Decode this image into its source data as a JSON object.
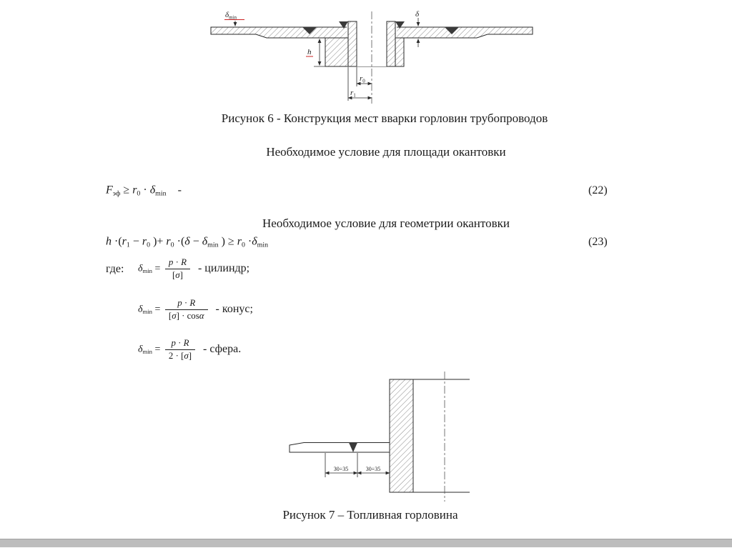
{
  "colors": {
    "spellcheck_red": "#cc2222",
    "ink": "#1b1b1b",
    "footer_bar": "#bdbdbd"
  },
  "figure6": {
    "caption": "Рисунок 6 - Конструкция мест вварки горловин трубопроводов",
    "labels": {
      "delta_min_base": "δ",
      "delta_min_sub": "min",
      "delta": "δ",
      "h": "h",
      "r0_base": "r",
      "r0_sub": "0",
      "r1_base": "r",
      "r1_sub": "1"
    }
  },
  "sections": {
    "area_condition_title": "Необходимое условие для площади окантовки",
    "geometry_condition_title": "Необходимое условие для геометрии окантовки",
    "where_label": "где:"
  },
  "equations": {
    "eq22": {
      "number": "(22)",
      "tokens": [
        {
          "t": "it",
          "v": "F"
        },
        {
          "t": "sub",
          "v": "эф"
        },
        {
          "t": "up",
          "v": " ≥ "
        },
        {
          "t": "it",
          "v": "r"
        },
        {
          "t": "sub",
          "v": "0"
        },
        {
          "t": "up",
          "v": " · "
        },
        {
          "t": "it",
          "v": "δ"
        },
        {
          "t": "sub",
          "v": "min"
        },
        {
          "t": "up",
          "v": "    -"
        }
      ]
    },
    "eq23": {
      "number": "(23)",
      "tokens": [
        {
          "t": "it",
          "v": "h"
        },
        {
          "t": "up",
          "v": " ·("
        },
        {
          "t": "it",
          "v": "r"
        },
        {
          "t": "sub",
          "v": "1"
        },
        {
          "t": "up",
          "v": " − "
        },
        {
          "t": "it",
          "v": "r"
        },
        {
          "t": "sub",
          "v": "0"
        },
        {
          "t": "up",
          "v": " )+ "
        },
        {
          "t": "it",
          "v": "r"
        },
        {
          "t": "sub",
          "v": "0"
        },
        {
          "t": "up",
          "v": " ·("
        },
        {
          "t": "it",
          "v": "δ"
        },
        {
          "t": "up",
          "v": " − "
        },
        {
          "t": "it",
          "v": "δ"
        },
        {
          "t": "sub",
          "v": "min"
        },
        {
          "t": "up",
          "v": " ) ≥ "
        },
        {
          "t": "it",
          "v": "r"
        },
        {
          "t": "sub",
          "v": "0"
        },
        {
          "t": "up",
          "v": " ·"
        },
        {
          "t": "it",
          "v": "δ"
        },
        {
          "t": "sub",
          "v": "min"
        }
      ]
    },
    "cylinder": {
      "suffix": "- цилиндр;",
      "tokens": [
        {
          "t": "it",
          "v": "δ"
        },
        {
          "t": "sub",
          "v": "min"
        },
        {
          "t": "up",
          "v": " = "
        },
        {
          "t": "frac",
          "n": [
            {
              "t": "it",
              "v": "p"
            },
            {
              "t": "up",
              "v": " · "
            },
            {
              "t": "it",
              "v": "R"
            }
          ],
          "d": [
            {
              "t": "up",
              "v": "["
            },
            {
              "t": "it",
              "v": "σ"
            },
            {
              "t": "up",
              "v": "]"
            }
          ]
        }
      ]
    },
    "cone": {
      "suffix": "- конус;",
      "tokens": [
        {
          "t": "it",
          "v": "δ"
        },
        {
          "t": "sub",
          "v": "min"
        },
        {
          "t": "up",
          "v": " = "
        },
        {
          "t": "frac",
          "n": [
            {
              "t": "it",
              "v": "p"
            },
            {
              "t": "up",
              "v": " · "
            },
            {
              "t": "it",
              "v": "R"
            }
          ],
          "d": [
            {
              "t": "up",
              "v": "["
            },
            {
              "t": "it",
              "v": "σ"
            },
            {
              "t": "up",
              "v": "] · cos"
            },
            {
              "t": "it",
              "v": "α"
            }
          ]
        }
      ]
    },
    "sphere": {
      "suffix": "- сфера.",
      "tokens": [
        {
          "t": "it",
          "v": "δ"
        },
        {
          "t": "sub",
          "v": "min"
        },
        {
          "t": "up",
          "v": " = "
        },
        {
          "t": "frac",
          "n": [
            {
              "t": "it",
              "v": "p"
            },
            {
              "t": "up",
              "v": " · "
            },
            {
              "t": "it",
              "v": "R"
            }
          ],
          "d": [
            {
              "t": "up",
              "v": "2 · ["
            },
            {
              "t": "it",
              "v": "σ"
            },
            {
              "t": "up",
              "v": "]"
            }
          ]
        }
      ]
    }
  },
  "figure7": {
    "caption": "Рисунок 7  – Топливная горловина",
    "labels": {
      "dim_left": "30÷35",
      "dim_right": "30÷35"
    }
  }
}
